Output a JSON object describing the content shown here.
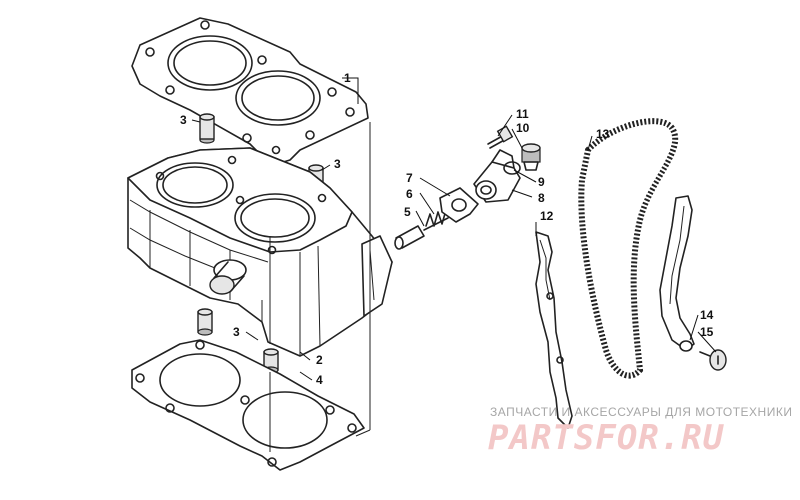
{
  "callouts": {
    "c1": "1",
    "c2": "2",
    "c3a": "3",
    "c3b": "3",
    "c3c": "3",
    "c4": "4",
    "c5": "5",
    "c6": "6",
    "c7": "7",
    "c8": "8",
    "c9": "9",
    "c10": "10",
    "c11": "11",
    "c12": "12",
    "c13": "13",
    "c14": "14",
    "c15": "15"
  },
  "watermark": {
    "tagline": "ЗАПЧАСТИ И АКСЕССУАРЫ ДЛЯ МОТОТЕХНИКИ",
    "logo": "PARTSFOR.RU"
  }
}
